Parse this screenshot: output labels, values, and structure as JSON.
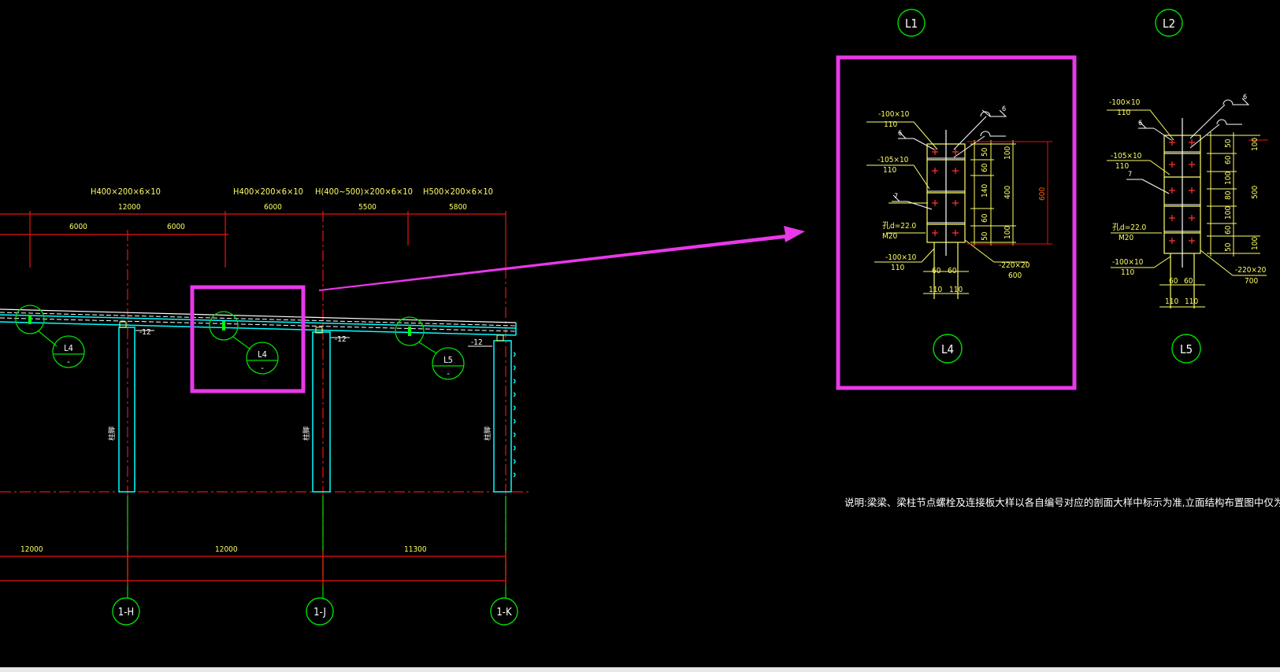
{
  "beam_specs": [
    "H400×200×6×10",
    "H400×200×6×10",
    "H(400~500)×200×6×10",
    "H500×200×6×10"
  ],
  "top_dims": {
    "row1": [
      "12000",
      "6000",
      "5500",
      "5800"
    ],
    "row2": [
      "6000",
      "6000"
    ]
  },
  "bottom_dims": [
    "12000",
    "12000",
    "11300"
  ],
  "axes": [
    "1-H",
    "1-J",
    "1-K"
  ],
  "plate_tags": [
    "-12",
    "-12",
    "-12"
  ],
  "column_text": "柱脚",
  "bubbles": [
    {
      "num": "L4",
      "sub": "-"
    },
    {
      "num": "L4",
      "sub": "-"
    },
    {
      "num": "L5",
      "sub": "-"
    }
  ],
  "detail_titles": [
    "L1",
    "L2",
    "L4",
    "L5"
  ],
  "detail_L4": {
    "plates": [
      "-100×10",
      "110",
      "-105×10",
      "110",
      "-100×10",
      "110",
      "-220×20",
      "600"
    ],
    "hole": "孔d=22.0",
    "bolt": "M20",
    "weld": [
      "6",
      "6",
      "7"
    ],
    "dims_left": [
      "50",
      "60",
      "140",
      "60",
      "50"
    ],
    "dims_mid": [
      "100",
      "400",
      "100"
    ],
    "dim_total": "600",
    "dims_bottom": [
      "60",
      "60",
      "110",
      "110"
    ]
  },
  "detail_L5": {
    "plates": [
      "-100×10",
      "110",
      "-105×10",
      "110",
      "-100×10",
      "110",
      "-220×20",
      "700"
    ],
    "hole": "孔d=22.0",
    "bolt": "M20",
    "weld": [
      "6",
      "6",
      "7"
    ],
    "dims_left": [
      "50",
      "60",
      "100",
      "80",
      "100",
      "60",
      "50"
    ],
    "dims_mid": [
      "100",
      "500",
      "100"
    ],
    "dims_bottom": [
      "60",
      "60",
      "110",
      "110"
    ]
  },
  "note": "说明:梁梁、梁柱节点螺栓及连接板大样以各自编号对应的剖面大样中标示为准,立面结构布置图中仅为示意。",
  "colors": {
    "background": "#000000",
    "dim_red": "#e11",
    "text_yellow": "#ffff66",
    "green": "#00dd00",
    "cyan": "#00ffff",
    "magenta": "#e838e8",
    "white": "#ffffff"
  }
}
